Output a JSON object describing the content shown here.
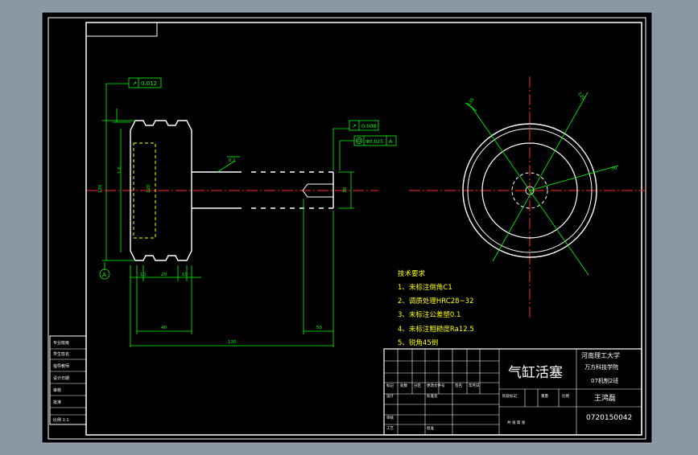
{
  "drawing": {
    "part_name": "气缸活塞",
    "school": [
      "河南理工大学",
      "万方科技学院"
    ],
    "class": "07机制2班",
    "author": "王鸿磊",
    "student_id": "0720150042",
    "tech_title": "技术要求",
    "tech_notes": [
      "1、未标注倒角C1",
      "2、调质处理HRC28~32",
      "3、未标注公差塑0.1",
      "4、未标注粗糙度Ra12.5",
      "5、锐角45倒"
    ],
    "gdt": {
      "runout_top": "0.012",
      "runout_rod": "0.008",
      "concentricity": "Φ0.025",
      "datum": "A",
      "datum_ref": "A"
    },
    "dims": {
      "d10": "10",
      "d20": "20",
      "d40": "40",
      "d50": "50",
      "d130": "130",
      "diam_body": "135",
      "diam_inner": "120",
      "diam_rod": "30",
      "rough_left": "1.6",
      "rough_rod": "0.1"
    },
    "left_box_labels": [
      "专业班级",
      "学生姓名",
      "指导教师",
      "设计日期",
      "审核",
      "批准",
      "比例 1:1"
    ],
    "title_table_labels": [
      "标记",
      "处数",
      "分区",
      "更改文件号",
      "签名",
      "年月日",
      "设计",
      "标准化",
      "阶段标记",
      "重量",
      "比例",
      "审核",
      "工艺",
      "批准"
    ],
    "scale_row": "共 张 第 张"
  }
}
